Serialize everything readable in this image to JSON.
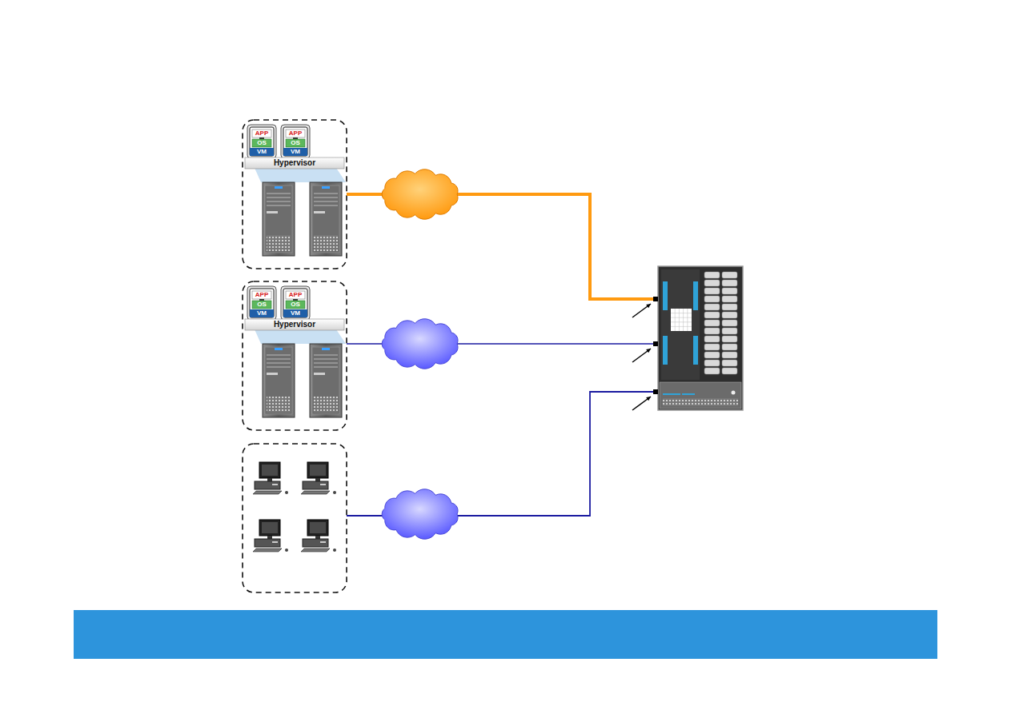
{
  "diagram": {
    "labels": [
      "APP",
      "OS",
      "VM",
      "APP",
      "OS",
      "VM",
      "Hypervisor",
      "APP",
      "OS",
      "VM",
      "APP",
      "OS",
      "VM",
      "Hypervisor"
    ]
  }
}
